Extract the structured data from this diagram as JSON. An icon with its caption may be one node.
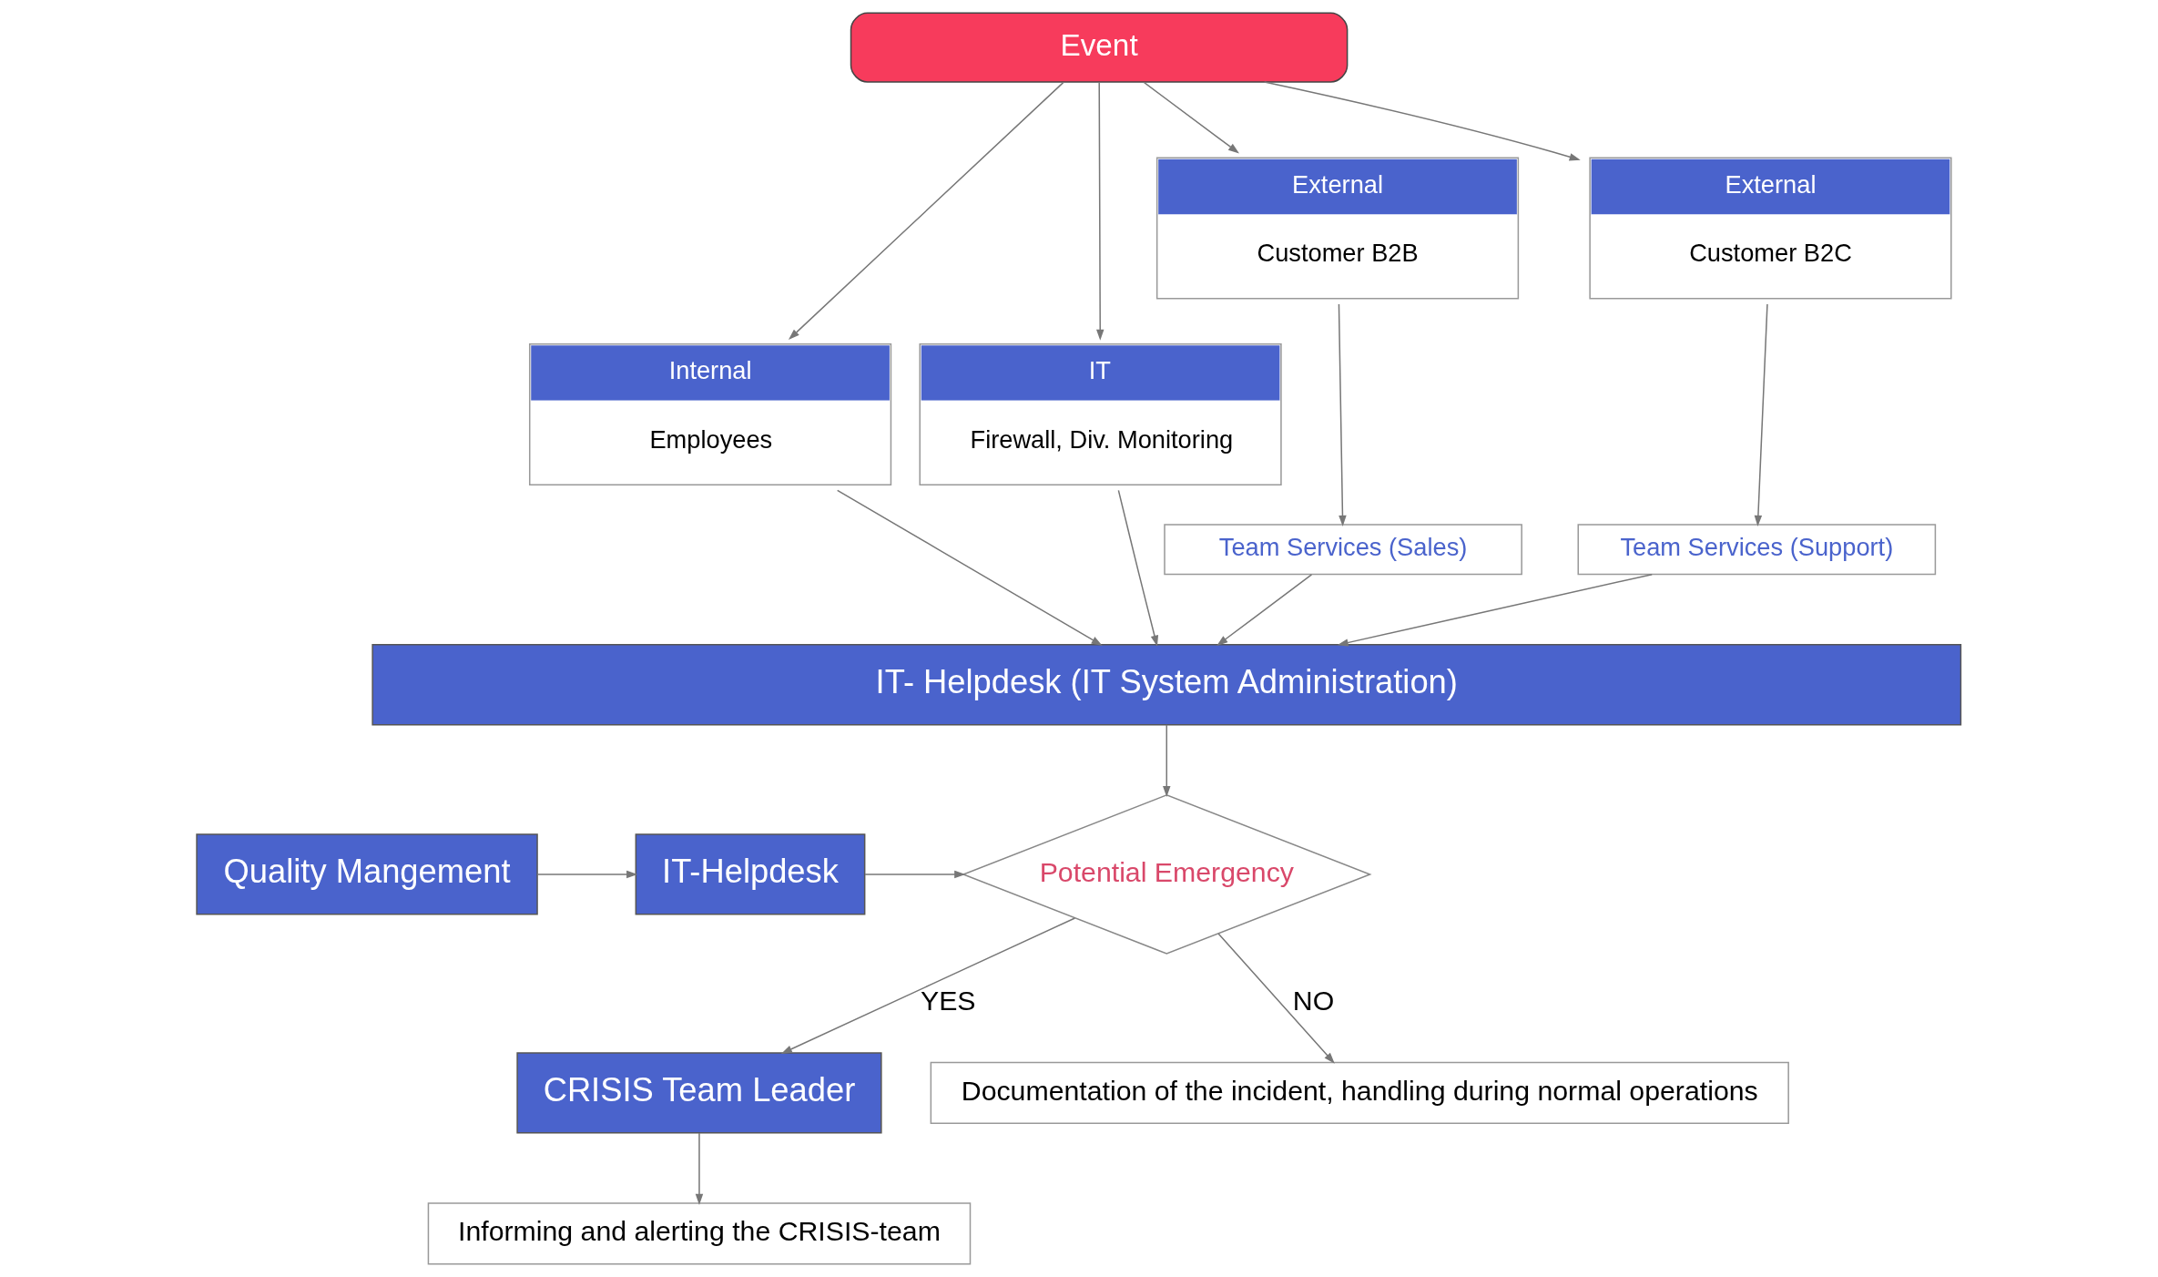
{
  "diagram": {
    "nodes": [
      {
        "text": [
          "Event"
        ]
      },
      {
        "text": [
          "Internal",
          "Employees"
        ]
      },
      {
        "text": [
          "IT",
          "Firewall, Div. Monitoring"
        ]
      },
      {
        "text": [
          "External",
          "Customer B2B"
        ]
      },
      {
        "text": [
          "External",
          "Customer B2C"
        ]
      },
      {
        "text": [
          "Team Services (Sales)"
        ]
      },
      {
        "text": [
          "Team Services (Support)"
        ]
      },
      {
        "text": [
          "IT- Helpdesk (IT System Administration)"
        ]
      },
      {
        "text": [
          "Potential Emergency"
        ]
      },
      {
        "text": [
          "IT-Helpdesk"
        ]
      },
      {
        "text": [
          "Quality Mangement"
        ]
      },
      {
        "text": [
          "CRISIS Team Leader"
        ]
      },
      {
        "text": [
          "Informing and alerting the CRISIS-team"
        ]
      },
      {
        "text": [
          "Documentation of the incident, handling during normal operations"
        ]
      }
    ],
    "edges": [
      {
        "from": 0,
        "to": 1,
        "arrow": "to"
      },
      {
        "from": 0,
        "to": 2,
        "arrow": "to"
      },
      {
        "from": 0,
        "to": 3,
        "arrow": "to"
      },
      {
        "from": 0,
        "to": 4,
        "arrow": "to"
      },
      {
        "from": 1,
        "to": 7,
        "arrow": "to"
      },
      {
        "from": 2,
        "to": 7,
        "arrow": "to"
      },
      {
        "from": 3,
        "to": 5,
        "arrow": "to"
      },
      {
        "from": 4,
        "to": 6,
        "arrow": "to"
      },
      {
        "from": 5,
        "to": 7,
        "arrow": "to"
      },
      {
        "from": 6,
        "to": 7,
        "arrow": "to"
      },
      {
        "from": 7,
        "to": 8,
        "arrow": "to"
      },
      {
        "from": 10,
        "to": 9,
        "arrow": "to"
      },
      {
        "from": 9,
        "to": 8,
        "arrow": "to"
      },
      {
        "from": 8,
        "to": 11,
        "label": "YES",
        "arrow": "to"
      },
      {
        "from": 8,
        "to": 13,
        "label": "NO",
        "arrow": "to"
      },
      {
        "from": 11,
        "to": 12,
        "arrow": "to"
      }
    ]
  }
}
